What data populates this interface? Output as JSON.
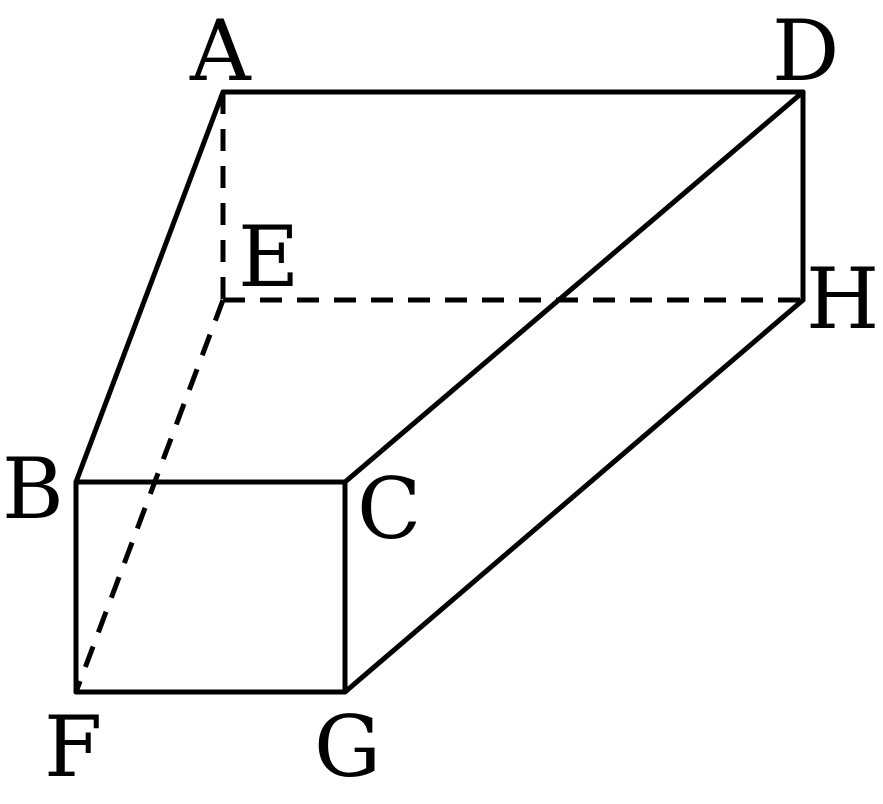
{
  "figure": {
    "labels": {
      "A": "A",
      "B": "B",
      "C": "C",
      "D": "D",
      "E": "E",
      "F": "F",
      "G": "G",
      "H": "H"
    },
    "line_color": "#000000",
    "background_color": "#ffffff"
  }
}
